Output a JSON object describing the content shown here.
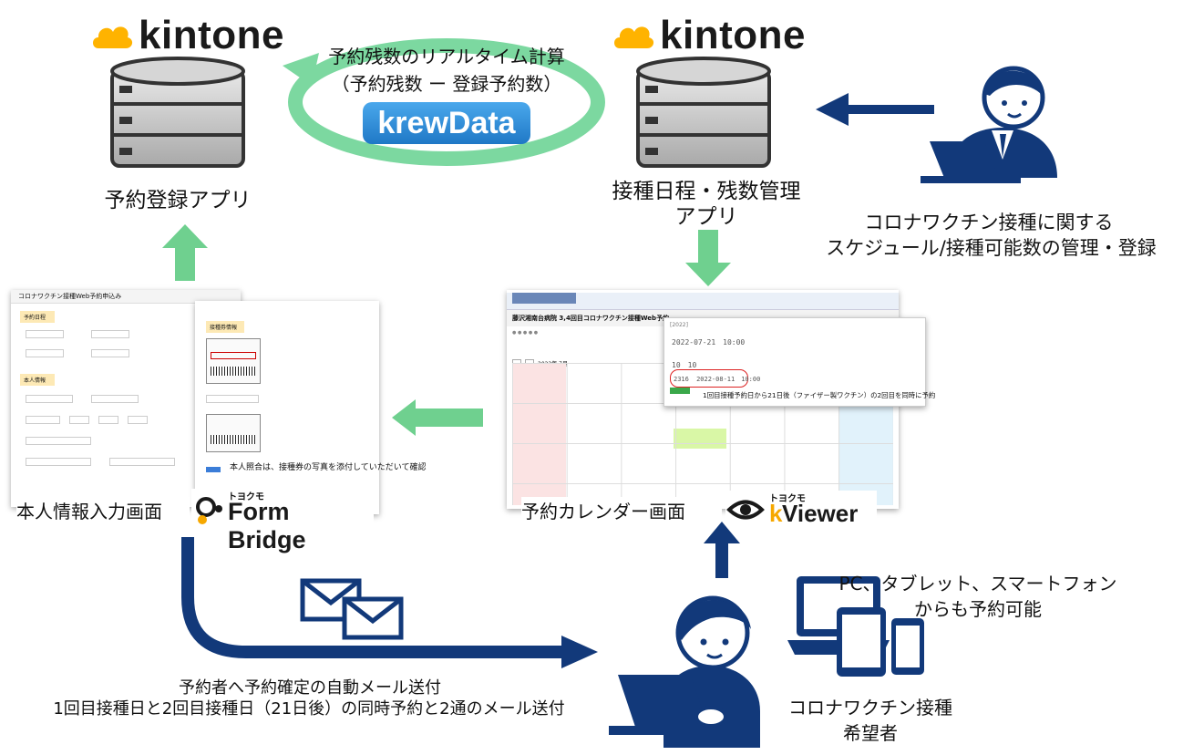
{
  "logos": {
    "kintone": "kintone",
    "krewdata": "krewData",
    "formbridge_small": "トヨクモ",
    "formbridge": "Form Bridge",
    "kviewer_small": "トヨクモ",
    "kviewer_k": "k",
    "kviewer_rest": "Viewer"
  },
  "loop": {
    "line1": "予約残数のリアルタイム計算",
    "line2": "（予約残数 ー 登録予約数）"
  },
  "apps": {
    "reservation_app": "予約登録アプリ",
    "schedule_app_line1": "接種日程・残数管理",
    "schedule_app_line2": "アプリ"
  },
  "admin": {
    "line1": "コロナワクチン接種に関する",
    "line2": "スケジュール/接種可能数の管理・登録"
  },
  "screens": {
    "form_screen": "本人情報入力画面",
    "calendar_screen": "予約カレンダー画面",
    "form_title": "コロナワクチン接種Web予約申込み",
    "form_section1": "予約日程",
    "form_section2": "本人情報",
    "form_section3": "接種券情報",
    "form_note": "本人照合は、接種券の写真を添付していただいて確認",
    "calendar_header": "藤沢湘南台病院 3,4回目コロナワクチン接種Web予約",
    "calendar_month": "2022年 7月",
    "popup_date1": "2022-07-21　10:00",
    "popup_count": "10　10",
    "popup_remaining": "2316",
    "popup_date2": "2022-08-11　10:00",
    "popup_note": "1回目接種予約日から21日後（ファイザー製ワクチン）の2回目を同時に予約"
  },
  "devices": {
    "line1": "PC、タブレット、スマートフォン",
    "line2": "からも予約可能"
  },
  "user": {
    "line1": "コロナワクチン接種",
    "line2": "希望者"
  },
  "mail": {
    "line1": "予約者へ予約確定の自動メール送付",
    "line2": "1回目接種日と2回目接種日（21日後）の同時予約と2通のメール送付"
  },
  "colors": {
    "green_arrow": "#6fd08f",
    "navy": "#12397a",
    "krew_blue": "#2f8fd8",
    "kintone_yellow": "#ffb300",
    "loop_green": "#7cd8a0"
  }
}
